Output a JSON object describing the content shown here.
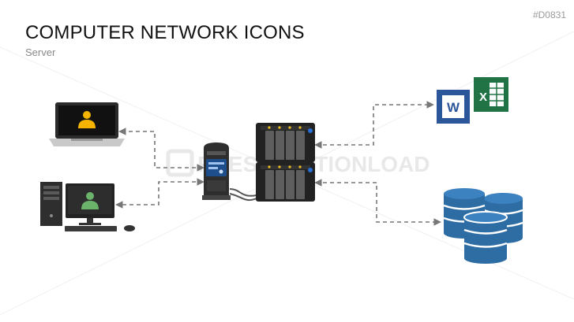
{
  "slide": {
    "code": "#D0831",
    "title": "COMPUTER NETWORK ICONS",
    "subtitle": "Server",
    "watermark": "PRESENTATIONLOAD"
  },
  "icons": {
    "laptop": "laptop-icon",
    "desktop": "desktop-computer-icon",
    "switch": "network-switch-icon",
    "server": "server-rack-icon",
    "word": "word-document-icon",
    "excel": "excel-document-icon",
    "database": "database-icon"
  },
  "word_letter": "W",
  "excel_letter": "X",
  "colors": {
    "word": "#2b579a",
    "excel": "#217346",
    "database": "#2e6da4",
    "user_yellow": "#f5b400",
    "user_green": "#6bb36b",
    "connector": "#777777"
  }
}
